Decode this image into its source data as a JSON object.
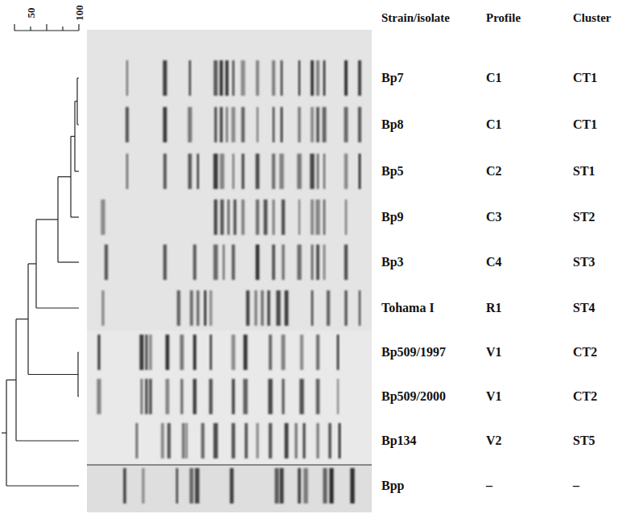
{
  "diagram": {
    "labels": [
      "50",
      "100",
      "Strain/isolate",
      "Profile",
      "Cluster",
      "Bp7",
      "C1",
      "CT1",
      "Bp8",
      "C1",
      "CT1",
      "Bp5",
      "C2",
      "ST1",
      "Bp9",
      "C3",
      "ST2",
      "Bp3",
      "C4",
      "ST3",
      "Tohama I",
      "R1",
      "ST4",
      "Bp509/1997",
      "V1",
      "CT2",
      "Bp509/2000",
      "V1",
      "CT2",
      "Bp134",
      "V2",
      "ST5",
      "Bpp",
      "–",
      "–"
    ]
  }
}
